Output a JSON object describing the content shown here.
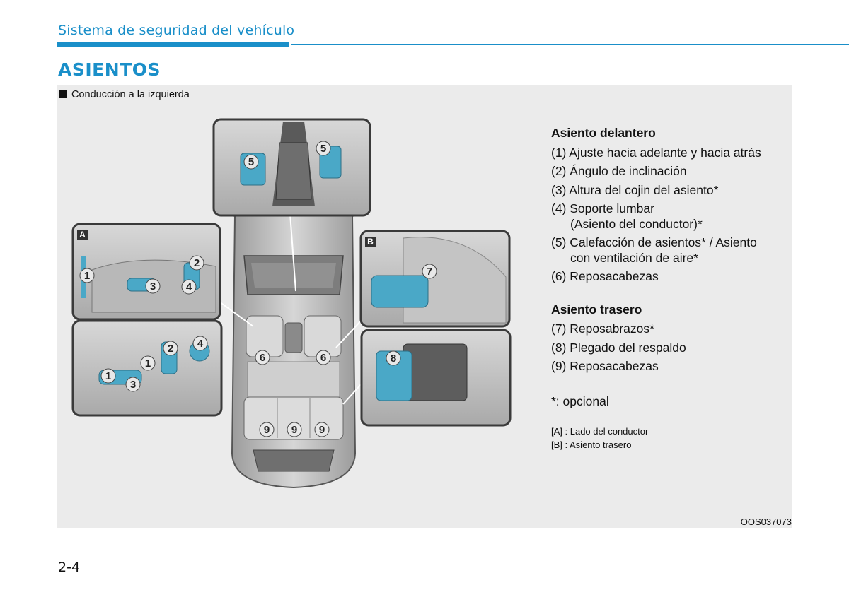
{
  "header": {
    "section": "Sistema de seguridad del vehículo"
  },
  "title": "ASIENTOS",
  "caption": "Conducción a la izquierda",
  "figure": {
    "labels": {
      "inset_a": "A",
      "inset_b": "B"
    },
    "callouts": [
      "1",
      "2",
      "3",
      "4",
      "5",
      "6",
      "7",
      "8",
      "9"
    ],
    "colors": {
      "highlight": "#4aa8c7",
      "frame": "#3a3a3a",
      "seat": "#c9c9c9",
      "accent": "#1a8fc9"
    }
  },
  "legend": {
    "front_heading": "Asiento delantero",
    "front_items": [
      "(1) Ajuste hacia adelante y hacia atrás",
      "(2) Ángulo de inclinación",
      "(3) Altura del cojin del asiento*",
      "(4) Soporte lumbar",
      "(Asiento del conductor)*",
      "(5) Calefacción de asientos* / Asiento",
      "con ventilación de aire*",
      "(6) Reposacabezas"
    ],
    "rear_heading": "Asiento trasero",
    "rear_items": [
      "(7) Reposabrazos*",
      "(8) Plegado del respaldo",
      "(9) Reposacabezas"
    ],
    "note": "*: opcional",
    "key_a": "[A] : Lado del conductor",
    "key_b": "[B] : Asiento trasero"
  },
  "image_code": "OOS037073",
  "page_number": "2-4"
}
